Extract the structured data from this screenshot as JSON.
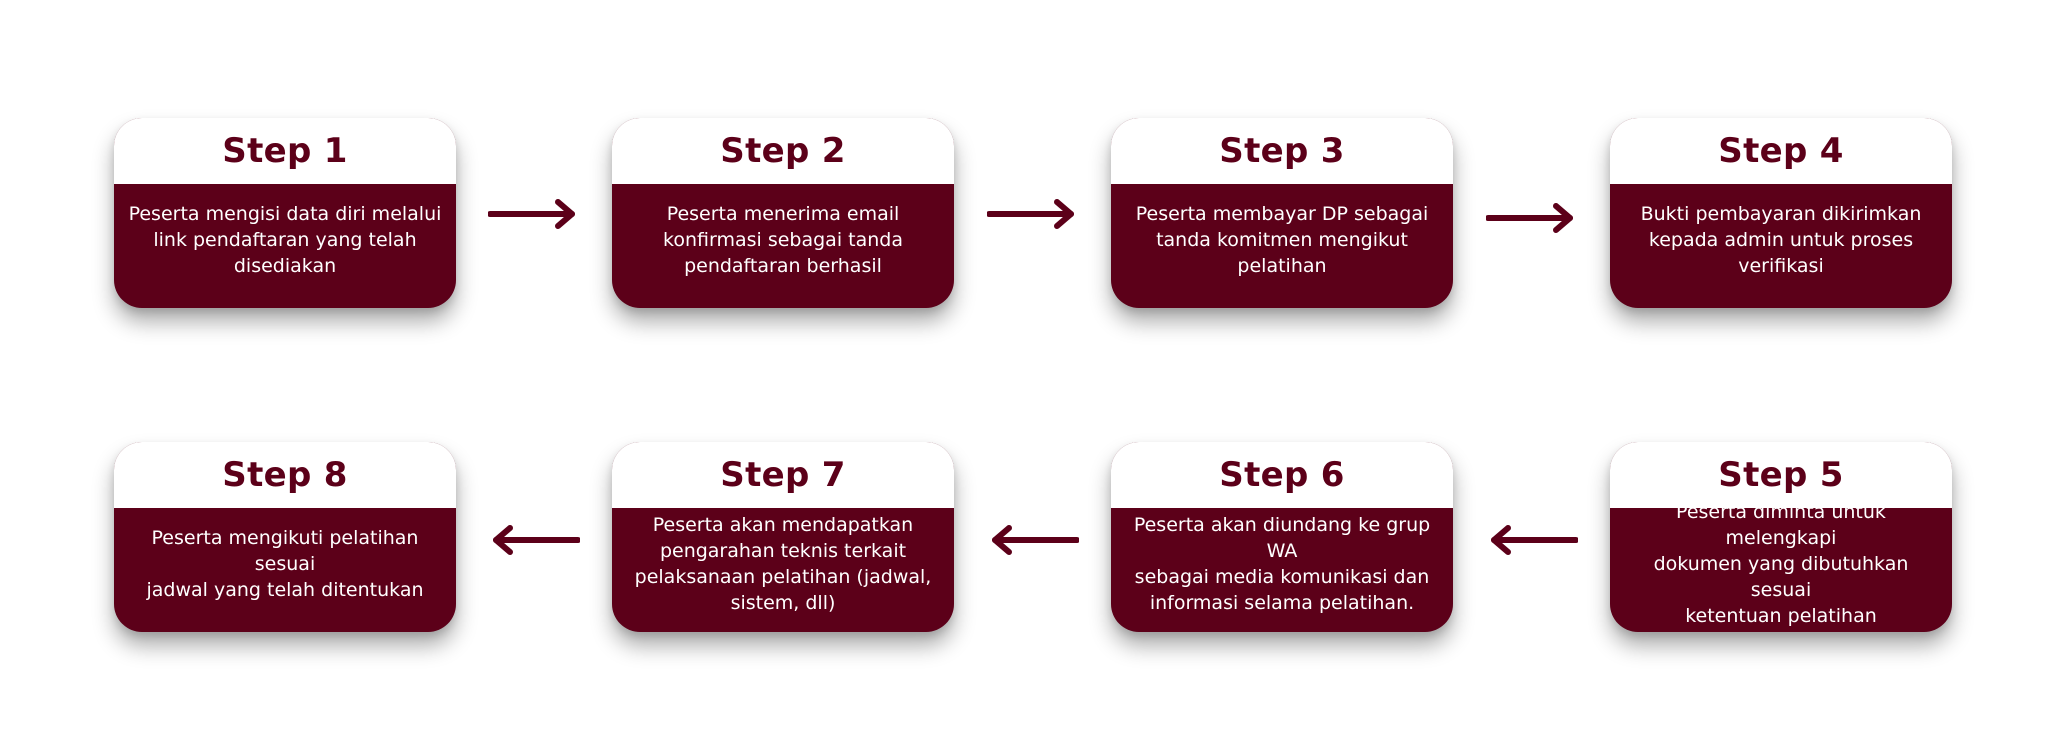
{
  "colors": {
    "accent": "#5c0019",
    "card_header": "#ffffff",
    "background": "#ffffff"
  },
  "steps": [
    {
      "title": "Step 1",
      "text": "Peserta mengisi data diri melalui\nlink pendaftaran yang telah\ndisediakan"
    },
    {
      "title": "Step 2",
      "text": "Peserta menerima email\nkonfirmasi sebagai tanda\npendaftaran berhasil"
    },
    {
      "title": "Step 3",
      "text": "Peserta membayar DP sebagai\ntanda komitmen mengikut\npelatihan"
    },
    {
      "title": "Step 4",
      "text": "Bukti pembayaran dikirimkan\nkepada admin untuk proses\nverifikasi"
    },
    {
      "title": "Step 5",
      "text": "Peserta diminta untuk melengkapi\ndokumen yang dibutuhkan sesuai\nketentuan pelatihan"
    },
    {
      "title": "Step 6",
      "text": "Peserta akan diundang ke grup WA\nsebagai media komunikasi dan\ninformasi selama pelatihan."
    },
    {
      "title": "Step 7",
      "text": "Peserta akan mendapatkan\npengarahan teknis terkait\npelaksanaan pelatihan (jadwal,\nsistem, dll)"
    },
    {
      "title": "Step 8",
      "text": "Peserta mengikuti pelatihan sesuai\njadwal yang telah ditentukan"
    }
  ],
  "arrows": [
    {
      "from": "Step 1",
      "to": "Step 2",
      "direction": "right"
    },
    {
      "from": "Step 2",
      "to": "Step 3",
      "direction": "right"
    },
    {
      "from": "Step 3",
      "to": "Step 4",
      "direction": "right"
    },
    {
      "from": "Step 5",
      "to": "Step 6",
      "direction": "left"
    },
    {
      "from": "Step 6",
      "to": "Step 7",
      "direction": "left"
    },
    {
      "from": "Step 7",
      "to": "Step 8",
      "direction": "left"
    }
  ]
}
